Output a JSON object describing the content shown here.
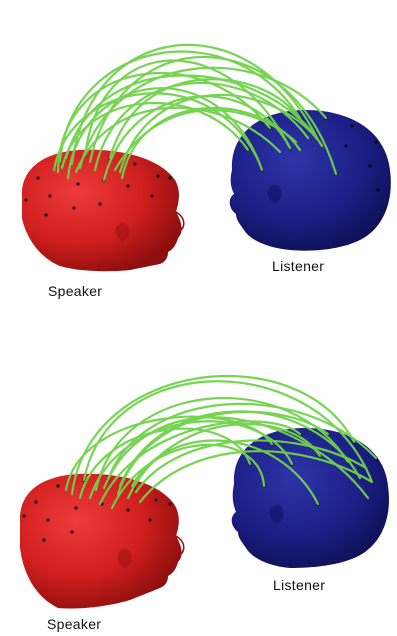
{
  "panels": [
    {
      "speaker_label": "Speaker",
      "listener_label": "Listener"
    },
    {
      "speaker_label": "Speaker",
      "listener_label": "Listener"
    }
  ],
  "colors": {
    "speaker_head": "#d01f1f",
    "listener_head": "#1c1f86",
    "connections": "#6fd24a",
    "electrodes": "#111111"
  }
}
